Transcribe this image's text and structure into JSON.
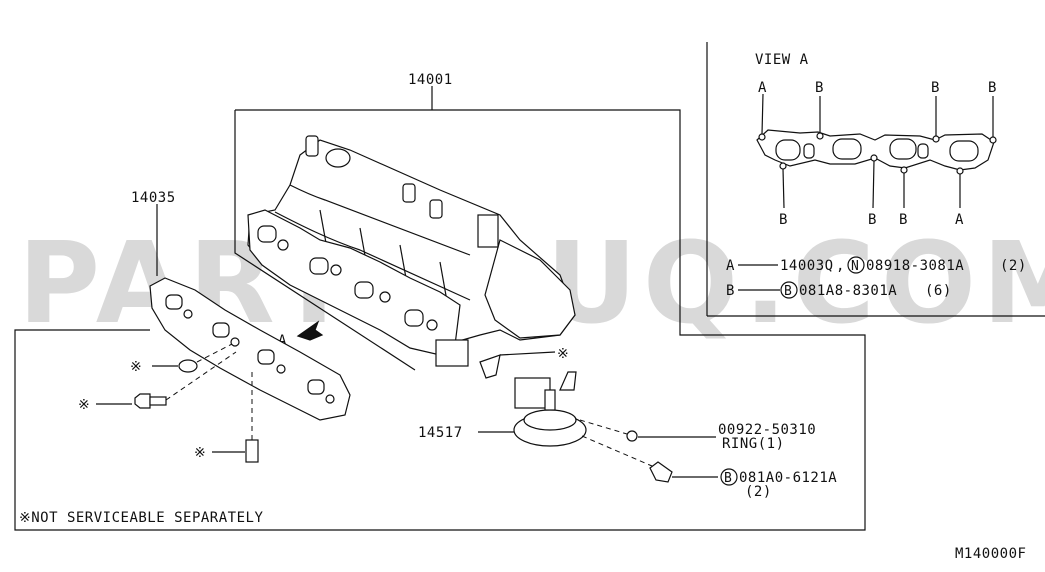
{
  "watermark": "PARTSOUQ.COM",
  "diagram_code": "M140000F",
  "parts": {
    "manifold": "14001",
    "gasket": "14035",
    "heater": "14517"
  },
  "arrow_label": "A",
  "not_serviceable_symbol": "※",
  "footnote": "※NOT SERVICEABLE SEPARATELY",
  "ring": {
    "part": "00922-50310",
    "desc": "RING(1)"
  },
  "bolt_b": {
    "circle": "B",
    "part": "081A0-6121A",
    "qty": "(2)"
  },
  "view_a": {
    "title": "VIEW A",
    "top_labels": [
      "A",
      "B",
      "B",
      "B"
    ],
    "bottom_labels": [
      "B",
      "B",
      "B",
      "A"
    ],
    "legend": [
      {
        "key": "A",
        "part": "14003Q",
        "circle": "N",
        "circle_part": "08918-3081A",
        "qty": "(2)"
      },
      {
        "key": "B",
        "part": "",
        "circle": "B",
        "circle_part": "081A8-8301A",
        "qty": "(6)"
      }
    ]
  }
}
